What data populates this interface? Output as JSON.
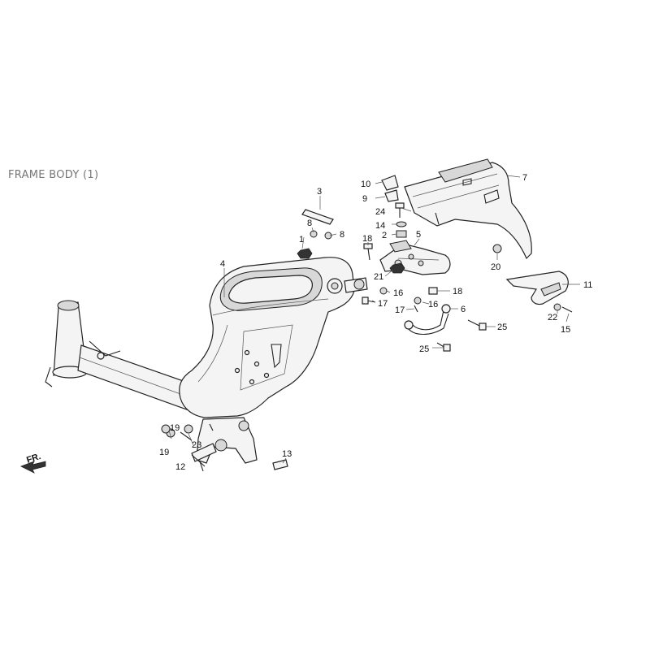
{
  "diagram": {
    "title": "FRAME BODY (1)",
    "direction_mark": "FR.",
    "labels": [
      {
        "id": "c3",
        "text": "3"
      },
      {
        "id": "c8a",
        "text": "8"
      },
      {
        "id": "c8b",
        "text": "8"
      },
      {
        "id": "c1",
        "text": "1"
      },
      {
        "id": "c4",
        "text": "4"
      },
      {
        "id": "c10",
        "text": "10"
      },
      {
        "id": "c9",
        "text": "9"
      },
      {
        "id": "c24",
        "text": "24"
      },
      {
        "id": "c14",
        "text": "14"
      },
      {
        "id": "c2",
        "text": "2"
      },
      {
        "id": "c18a",
        "text": "18"
      },
      {
        "id": "c5",
        "text": "5"
      },
      {
        "id": "c7",
        "text": "7"
      },
      {
        "id": "c20",
        "text": "20"
      },
      {
        "id": "c21",
        "text": "21"
      },
      {
        "id": "c16a",
        "text": "16"
      },
      {
        "id": "c18b",
        "text": "18"
      },
      {
        "id": "c17a",
        "text": "17"
      },
      {
        "id": "c17b",
        "text": "17"
      },
      {
        "id": "c16b",
        "text": "16"
      },
      {
        "id": "c6",
        "text": "6"
      },
      {
        "id": "c25a",
        "text": "25"
      },
      {
        "id": "c25b",
        "text": "25"
      },
      {
        "id": "c11",
        "text": "11"
      },
      {
        "id": "c22",
        "text": "22"
      },
      {
        "id": "c15",
        "text": "15"
      },
      {
        "id": "c19a",
        "text": "19"
      },
      {
        "id": "c19b",
        "text": "19"
      },
      {
        "id": "c23",
        "text": "23"
      },
      {
        "id": "c13",
        "text": "13"
      },
      {
        "id": "c12",
        "text": "12"
      }
    ]
  }
}
